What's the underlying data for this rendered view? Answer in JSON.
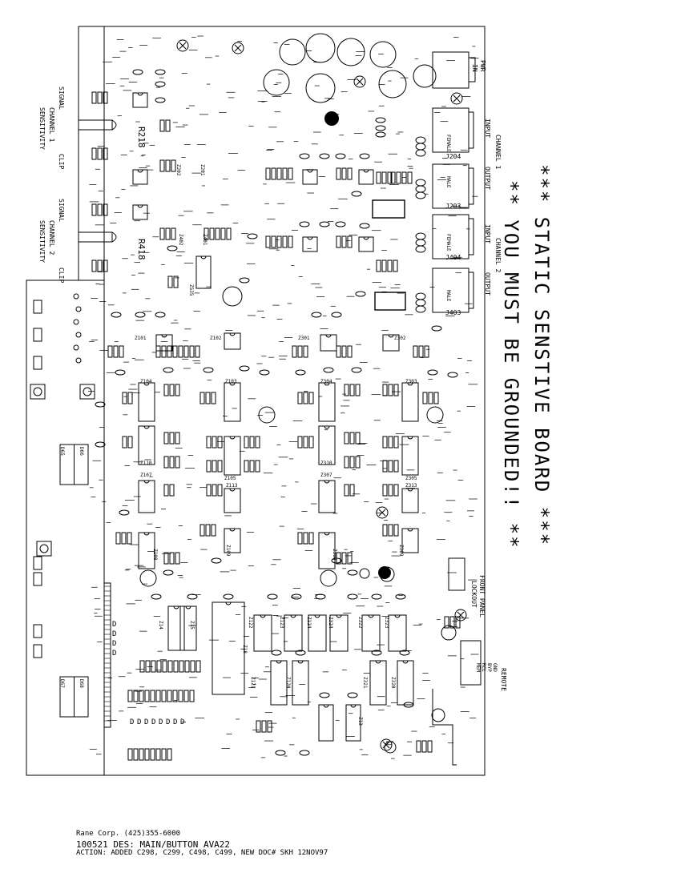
{
  "warning": {
    "line1": "*** STATIC SENSTIVE BOARD ***",
    "line2": "** YOU MUST BE GROUNDED!! **"
  },
  "connectors": {
    "pwr": "PWR",
    "pwr_in": "IN",
    "channel1": "CHANNEL 1",
    "channel2": "CHANNEL 2",
    "input": "INPUT",
    "output": "OUTPUT",
    "j204": "J204",
    "j203": "J203",
    "j404": "J404",
    "j403": "J403",
    "female": "FEMALE",
    "male": "MALE"
  },
  "left_labels": {
    "signal": "SIGNAL",
    "clip": "CLIP",
    "ch1_sens": "CHANNEL 1",
    "ch2_sens": "CHANNEL 2",
    "sensitivity": "SENSITIVITY",
    "r218": "R218",
    "r418": "R418"
  },
  "right_labels": {
    "front_panel": "FRONT PANEL",
    "lockout": "LOCKOUT",
    "remote": "REMOTE",
    "gnd": "GND",
    "byp": "BYP",
    "rcl": "RCL",
    "mem": "MEM"
  },
  "chips": {
    "top": [
      "Z202",
      "Z201",
      "Z402",
      "Z401",
      "Z535"
    ],
    "row1": [
      "Z101",
      "Z102",
      "Z301",
      "Z302"
    ],
    "row2": [
      "Z104",
      "Z103",
      "Z304",
      "Z303"
    ],
    "row3": [
      "Z110",
      "Z105",
      "Z310",
      "Z305"
    ],
    "row4": [
      "Z107",
      "Z113",
      "Z307",
      "Z313"
    ],
    "row5": [
      "Z108",
      "Z109",
      "Z308",
      "Z309"
    ],
    "bottom": [
      "Z14",
      "Z15",
      "Z18",
      "Z122",
      "Z123",
      "Z124",
      "Z324",
      "Z322",
      "Z323"
    ],
    "bottom2": [
      "Z121",
      "Z120",
      "Z321",
      "Z320",
      "Z13"
    ],
    "displays": [
      "D65",
      "D66",
      "D67",
      "D68"
    ]
  },
  "footer": {
    "company": "Rane Corp.  (425)355-6000",
    "doc": "100521 DES: MAIN/BUTTON AVA22",
    "action": "ACTION: ADDED C298, C299, C498, C499, NEW DOC# SKH 12NOV97"
  }
}
